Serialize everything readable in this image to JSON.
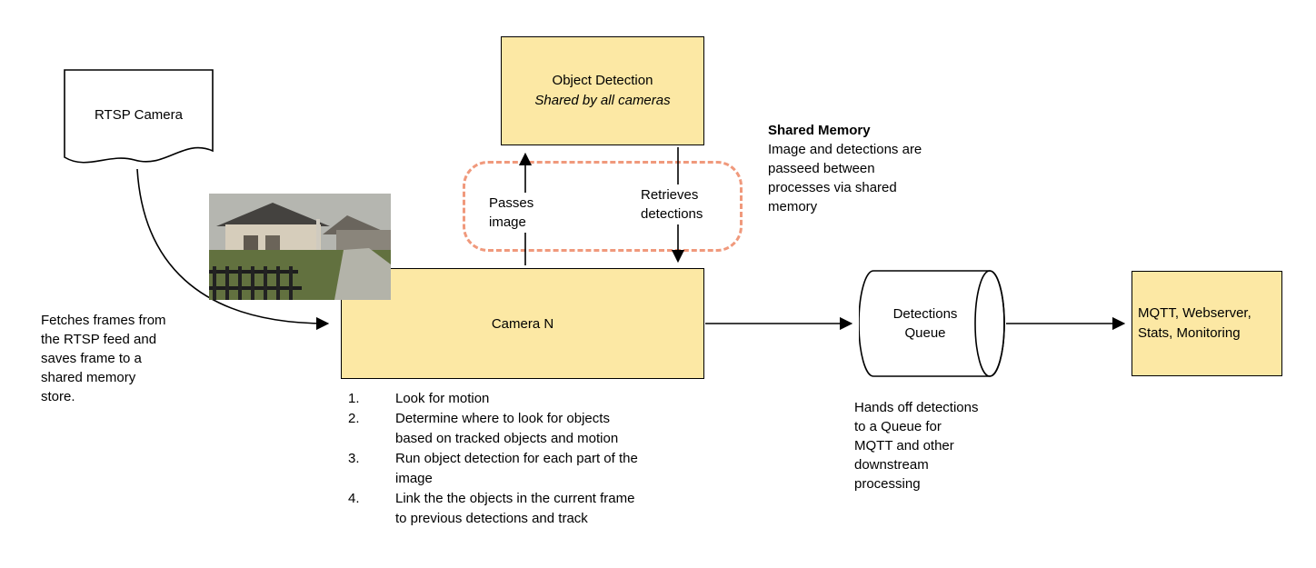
{
  "colors": {
    "node_fill": "#fce8a4",
    "node_border": "#000000",
    "dashed_border": "#f0997c"
  },
  "nodes": {
    "rtsp": {
      "label": "RTSP Camera"
    },
    "object_detection": {
      "title": "Object Detection",
      "subtitle": "Shared by all cameras"
    },
    "camera_n": {
      "label": "Camera N"
    },
    "detections_queue": {
      "label": "Detections\nQueue"
    },
    "outputs": {
      "label": "MQTT, Webserver,\nStats, Monitoring"
    }
  },
  "labels": {
    "passes_image": "Passes\nimage",
    "retrieves_detections": "Retrieves\ndetections"
  },
  "notes": {
    "fetch": "Fetches frames from\nthe RTSP feed and\nsaves frame to a\nshared memory\nstore.",
    "shared_memory_title": "Shared Memory",
    "shared_memory_body": "Image and detections are\npasseed between\nprocesses via shared\nmemory",
    "queue_handoff": "Hands off detections\nto a Queue for\nMQTT and other\ndownstream\nprocessing"
  },
  "steps": [
    {
      "num": "1.",
      "text": "Look for motion"
    },
    {
      "num": "2.",
      "text": "Determine where to look for objects\nbased on tracked objects and motion"
    },
    {
      "num": "3.",
      "text": "Run object detection for each part of the\nimage"
    },
    {
      "num": "4.",
      "text": "Link the the objects in the current frame\nto previous detections and track"
    }
  ]
}
